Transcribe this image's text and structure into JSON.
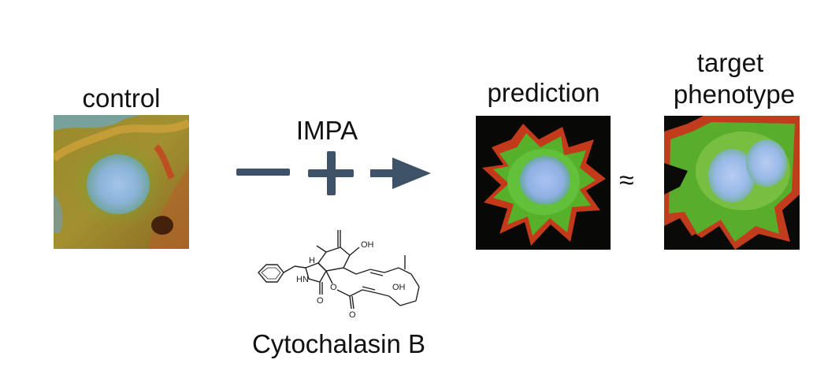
{
  "labels": {
    "control": "control",
    "method": "IMPA",
    "prediction": "prediction",
    "target_line1": "target",
    "target_line2": "phenotype",
    "approx": "≈",
    "compound": "Cytochalasin B"
  },
  "molecule_atoms": {
    "oh_top": "OH",
    "oh_ring": "OH",
    "nh": "HN",
    "h": "H",
    "o_lactam": "O",
    "o_ester_ring": "O",
    "o_carbonyl": "O"
  },
  "colors": {
    "arrow_ops": "#3d5167",
    "text": "#111111",
    "membrane_green": "#3fae2a",
    "actin_red": "#c8391c",
    "nucleus_blue": "#8fb3e6"
  },
  "icons": [
    "minus-icon",
    "plus-icon",
    "arrow-right-icon"
  ]
}
